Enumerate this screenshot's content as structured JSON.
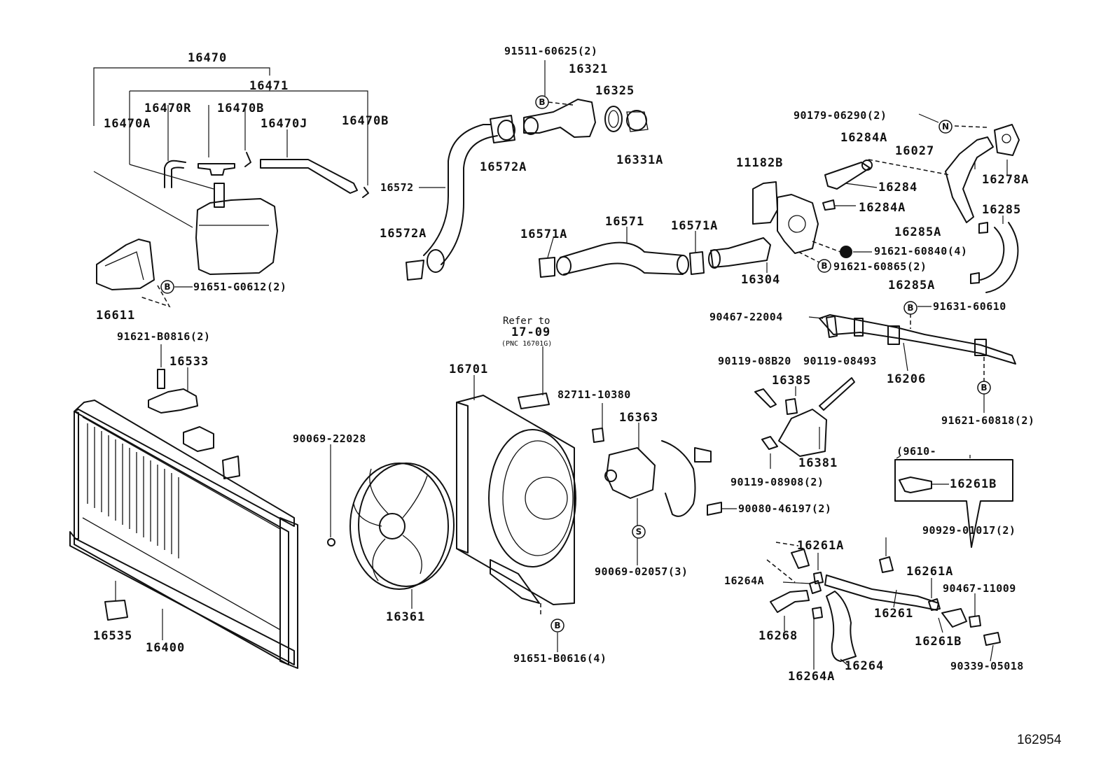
{
  "diagram_id": "162954",
  "refer_note": {
    "line1": "Refer to",
    "line2": "17-09",
    "line3": "(PNC 16701G)"
  },
  "bracket_note": "(9610-",
  "marks": {
    "bolt": "B",
    "nut": "N",
    "screw": "S"
  },
  "labels": {
    "p16470": "16470",
    "p16471": "16471",
    "p16470R": "16470R",
    "p16470B_a": "16470B",
    "p16470A": "16470A",
    "p16470J": "16470J",
    "p16470B_b": "16470B",
    "p16611": "16611",
    "b91651G0612": "91651-G0612(2)",
    "b91511": "91511-60625(2)",
    "p16321": "16321",
    "p16325": "16325",
    "p16331A": "16331A",
    "p16572A_top": "16572A",
    "p16572": "16572",
    "p16572A_bot": "16572A",
    "p16571A_l": "16571A",
    "p16571": "16571",
    "p16571A_r": "16571A",
    "p90179": "90179-06290(2)",
    "p16284A_t": "16284A",
    "p16027": "16027",
    "p16278A": "16278A",
    "p11182B": "11182B",
    "p16284": "16284",
    "p16284A_b": "16284A",
    "p16285": "16285",
    "p16285A_t": "16285A",
    "p91621_60840": "91621-60840(4)",
    "p91621_60865": "91621-60865(2)",
    "p16304": "16304",
    "p16285A_b": "16285A",
    "p91621_B0816": "91621-B0816(2)",
    "p16533": "16533",
    "p16701": "16701",
    "p82711": "82711-10380",
    "p16363": "16363",
    "p90069_22028": "90069-22028",
    "p90467_22004": "90467-22004",
    "p91631": "91631-60610",
    "p90119_08B20": "90119-08B20",
    "p90119_08493": "90119-08493",
    "p16385": "16385",
    "p16206": "16206",
    "p91621_60818": "91621-60818(2)",
    "p16381": "16381",
    "p90119_08908": "90119-08908(2)",
    "p90080": "90080-46197(2)",
    "p16261B_box": "16261B",
    "p90069_02057": "90069-02057(3)",
    "p90929": "90929-01017(2)",
    "p16261A_a": "16261A",
    "p16261A_b": "16261A",
    "p16264A_t": "16264A",
    "p90467_11009": "90467-11009",
    "p16261": "16261",
    "p16268": "16268",
    "p16261B": "16261B",
    "p16264": "16264",
    "p16264A_b": "16264A",
    "p90339": "90339-05018",
    "p16535": "16535",
    "p16400": "16400",
    "p16361": "16361",
    "p91651_B0616": "91651-B0616(4)"
  }
}
